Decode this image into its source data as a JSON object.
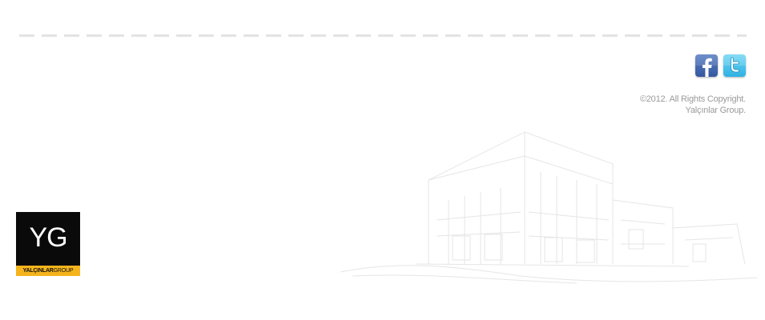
{
  "footer": {
    "copyright_line1": "©2012. All Rights Copyright.",
    "copyright_line2": "Yalçınlar Group."
  },
  "social": {
    "items": [
      {
        "icon": "facebook-icon",
        "color": "#3b5998"
      },
      {
        "icon": "twitter-icon",
        "color": "#33bbe8"
      }
    ]
  },
  "logo": {
    "mark": "YG",
    "wordmark_bold": "YALÇINLAR",
    "wordmark_light": "GROUP",
    "background": "#0a0a0a",
    "band_color": "#f5b41c"
  }
}
